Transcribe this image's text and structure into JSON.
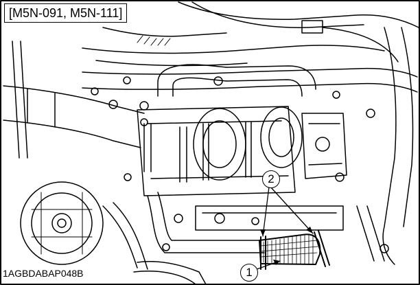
{
  "header": {
    "model_label": "[M5N-091, M5N-111]"
  },
  "footer": {
    "figure_code": "1AGBDABAP048B"
  },
  "callouts": [
    {
      "number": "2"
    },
    {
      "number": "1"
    }
  ]
}
